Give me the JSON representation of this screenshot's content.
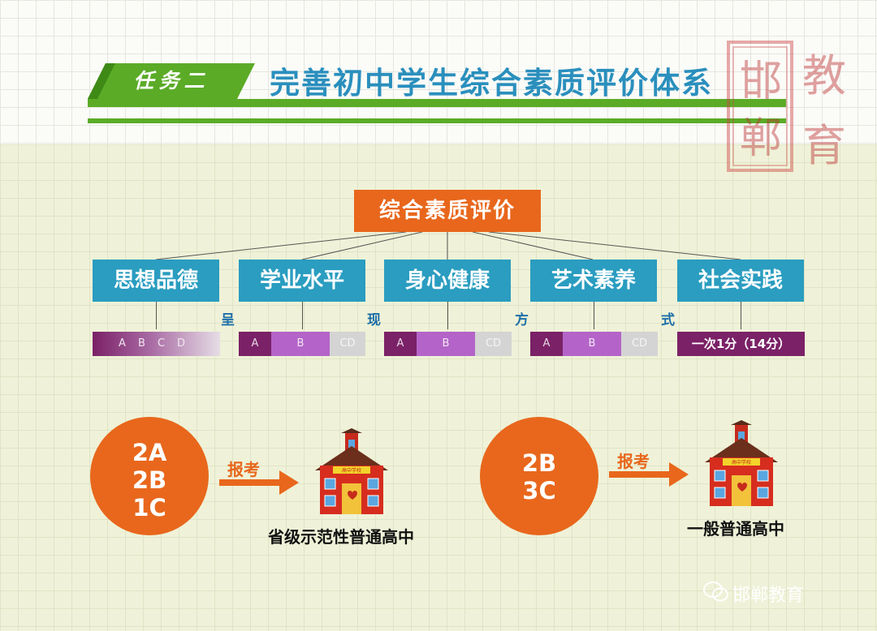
{
  "task_label": "任务二",
  "title": "完善初中学生综合素质评价体系",
  "stamp": {
    "chars": [
      "邯",
      "郸",
      "教",
      "育"
    ]
  },
  "root": "综合素质评价",
  "categories": [
    "思想品德",
    "学业水平",
    "身心健康",
    "艺术素养",
    "社会实践"
  ],
  "presentation_chars": [
    "呈",
    "现",
    "方",
    "式"
  ],
  "grades": {
    "moral": [
      "A",
      "B",
      "C",
      "D"
    ],
    "academic": [
      "A",
      "B",
      "CD"
    ],
    "health": [
      "A",
      "B",
      "CD"
    ],
    "art": [
      "A",
      "B",
      "CD"
    ],
    "practice": "一次1分（14分）"
  },
  "paths": [
    {
      "grades": [
        "2A",
        "2B",
        "1C"
      ],
      "action": "报考",
      "school_sign": "高中学校",
      "school": "省级示范性普通高中"
    },
    {
      "grades": [
        "2B",
        "3C"
      ],
      "action": "报考",
      "school_sign": "高中学校",
      "school": "一般普通高中"
    }
  ],
  "watermark": "邯郸教育",
  "colors": {
    "orange": "#e8671c",
    "teal": "#2a9dc0",
    "green": "#5bab27",
    "purple": "#7b2167",
    "title_blue": "#2a8fbd"
  }
}
